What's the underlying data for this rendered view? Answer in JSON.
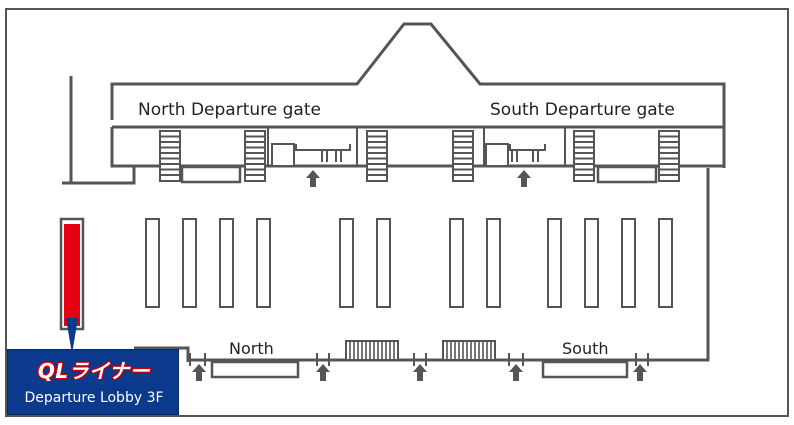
{
  "labels": {
    "north_gate": "North Departure gate",
    "south_gate": "South Departure gate",
    "north": "North",
    "south": "South"
  },
  "badge": {
    "brand": "QLライナー",
    "subtitle": "Departure Lobby 3F"
  },
  "colors": {
    "wall": "#555555",
    "highlight": "#e60012",
    "badge_bg": "#0b3a8c",
    "brand_text": "#d10000"
  },
  "icons": {
    "arrow": "up-arrow-icon",
    "stairs": "stairs-icon",
    "escalator": "escalator-icon",
    "marker": "pin-pointer-icon"
  }
}
